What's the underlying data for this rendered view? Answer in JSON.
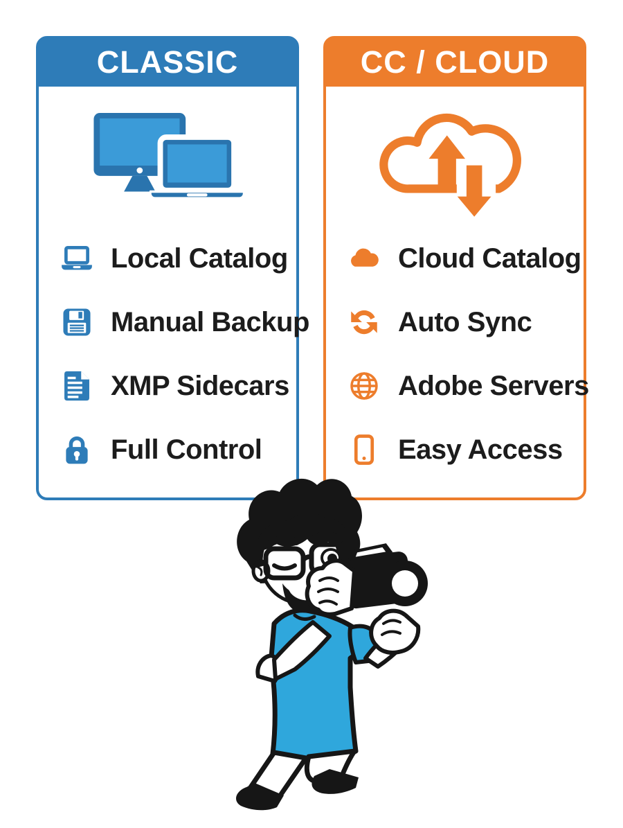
{
  "page": {
    "background": "#ffffff",
    "kind": "lightroom-classic-vs-cc-cloud-comparison-infographic"
  },
  "colors": {
    "classic_blue": "#2E7CB8",
    "cloud_orange": "#ED7D2C",
    "device_frame_blue": "#2A74AE",
    "device_screen_blue": "#3B9BD8",
    "shirt_blue": "#2FA7DC",
    "ink_black": "#161616",
    "text_dark": "#1C1C1C"
  },
  "columns": [
    {
      "id": "classic",
      "title": "CLASSIC",
      "accent": "#2E7CB8",
      "hero_icon": "desktop-and-laptop-icon",
      "items": [
        {
          "icon": "laptop-icon",
          "label": "Local Catalog"
        },
        {
          "icon": "floppy-disk-icon",
          "label": "Manual Backup"
        },
        {
          "icon": "document-icon",
          "label": "XMP Sidecars"
        },
        {
          "icon": "padlock-icon",
          "label": "Full Control"
        }
      ]
    },
    {
      "id": "cc-cloud",
      "title": "CC / CLOUD",
      "accent": "#ED7D2C",
      "hero_icon": "cloud-up-down-sync-icon",
      "items": [
        {
          "icon": "cloud-icon",
          "label": "Cloud Catalog"
        },
        {
          "icon": "sync-arrows-icon",
          "label": "Auto Sync"
        },
        {
          "icon": "globe-icon",
          "label": "Adobe Servers"
        },
        {
          "icon": "smartphone-icon",
          "label": "Easy Access"
        }
      ]
    }
  ],
  "illustration": {
    "name": "photographer-cartoon",
    "shirt_color": "#2FA7DC"
  }
}
